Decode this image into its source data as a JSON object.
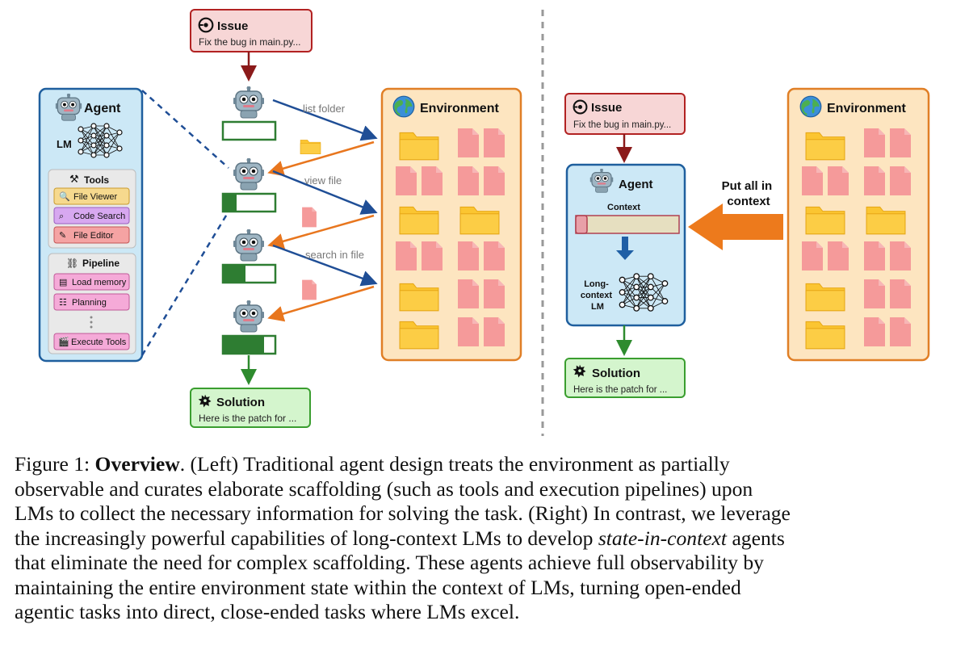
{
  "left": {
    "issue": {
      "title": "Issue",
      "text": "Fix the bug in main.py..."
    },
    "agent": {
      "title": "Agent",
      "lm_label": "LM",
      "tools": {
        "title": "Tools",
        "items": [
          "File Viewer",
          "Code Search",
          "File Editor"
        ]
      },
      "pipeline": {
        "title": "Pipeline",
        "items": [
          "Load memory",
          "Planning",
          "Execute Tools"
        ]
      }
    },
    "actions": [
      "list folder",
      "view file",
      "search in file"
    ],
    "environment": {
      "title": "Environment"
    },
    "solution": {
      "title": "Solution",
      "text": "Here is the patch for ..."
    }
  },
  "right": {
    "issue": {
      "title": "Issue",
      "text": "Fix the bug in main.py..."
    },
    "agent": {
      "title": "Agent",
      "context_label": "Context",
      "lm_label": "Long-\ncontext\nLM"
    },
    "put_label": "Put all in\ncontext",
    "environment": {
      "title": "Environment"
    },
    "solution": {
      "title": "Solution",
      "text": "Here is the patch for ..."
    }
  },
  "caption": {
    "label": "Figure 1:",
    "bold": "Overview",
    "line1_rest": ". (Left) Traditional agent design treats the environment as partially",
    "line2": "observable and curates elaborate scaffolding (such as tools and execution pipelines) upon",
    "line3": "LMs to collect the necessary information for solving the task. (Right) In contrast, we leverage",
    "line4a": "the increasingly powerful capabilities of long-context LMs to develop",
    "line4_italic": "state-in-context",
    "line4b": "agents",
    "line5": "that eliminate the need for complex scaffolding. These agents achieve full observability by",
    "line6": "maintaining the entire environment state within the context of LMs, turning open-ended",
    "line7": "agentic tasks into direct, close-ended tasks where LMs excel."
  },
  "colors": {
    "issue_fill": "#f7d6d6",
    "issue_border": "#b22222",
    "agent_fill": "#cce8f6",
    "agent_border": "#1f5f9e",
    "env_fill": "#fde5c0",
    "env_border": "#e07f26",
    "solution_fill": "#d4f5cd",
    "solution_border": "#3a9e2f",
    "folder": "#fbc531",
    "file": "#f59a9a",
    "arrow_blue": "#1f4e96",
    "arrow_orange": "#e8761e",
    "arrow_red": "#8b1a1a",
    "arrow_green": "#2e8b2e",
    "tool_viewer": "#f6d98e",
    "tool_search": "#d7a8f0",
    "tool_editor": "#f5a3a3",
    "pipeline_item": "#f5aad8"
  }
}
